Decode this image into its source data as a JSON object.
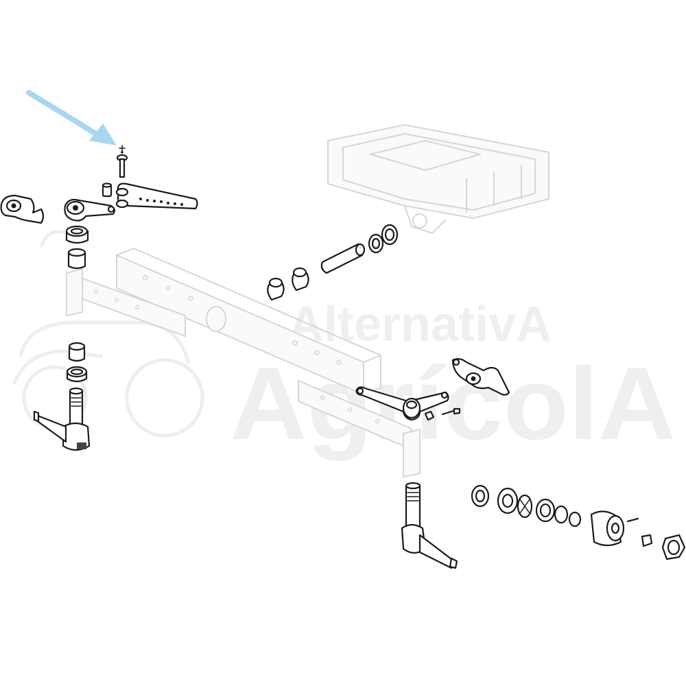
{
  "watermark": {
    "line1": "AlternativA",
    "line2": "AgrícolA",
    "color": "#efefef"
  },
  "highlight_arrow": {
    "color": "#a9d6f0",
    "points_to": "retaining-clip"
  },
  "parts": [
    {
      "name": "retaining-clip"
    },
    {
      "name": "clevis-bolt"
    },
    {
      "name": "spacer-bushing"
    },
    {
      "name": "steering-arm-perforated"
    },
    {
      "name": "steering-arm-left"
    },
    {
      "name": "steering-knuckle-upper-left"
    },
    {
      "name": "bushing-left-upper"
    },
    {
      "name": "sleeve-left-upper"
    },
    {
      "name": "sleeve-left-lower"
    },
    {
      "name": "bushing-left-lower"
    },
    {
      "name": "spindle-left"
    },
    {
      "name": "front-axle-beam"
    },
    {
      "name": "engine-sump"
    },
    {
      "name": "pivot-pin"
    },
    {
      "name": "pivot-bushings"
    },
    {
      "name": "thrust-washers"
    },
    {
      "name": "steering-arm-right"
    },
    {
      "name": "steering-knuckle-right"
    },
    {
      "name": "clamp-bolt"
    },
    {
      "name": "spindle-right"
    },
    {
      "name": "wheel-hub-assembly"
    }
  ]
}
